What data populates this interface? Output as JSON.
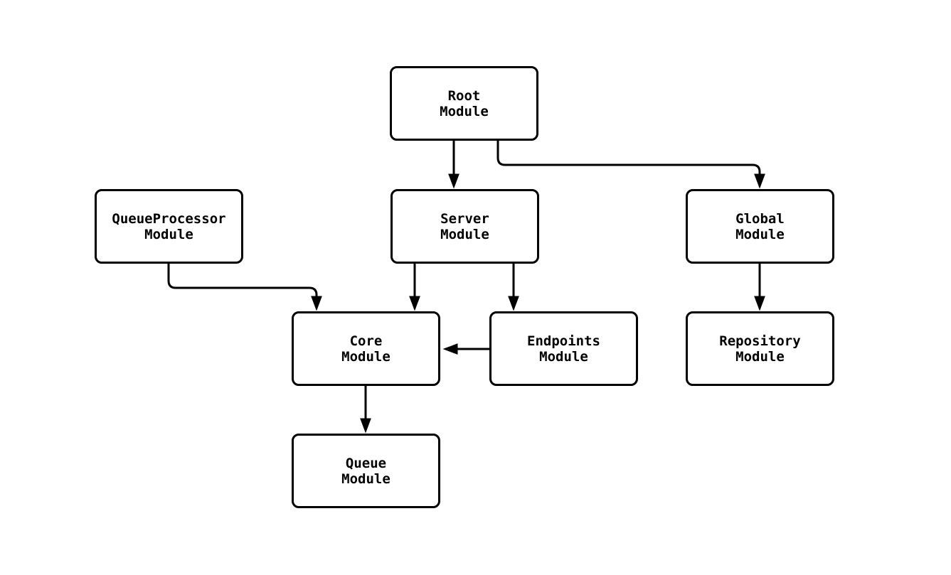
{
  "diagram": {
    "type": "module-dependency-flowchart",
    "background_color": "#ffffff",
    "stroke_color": "#000000",
    "node_fill_color": "#ffffff",
    "nodes": [
      {
        "id": "root",
        "label": "Root\nModule"
      },
      {
        "id": "queueprocessor",
        "label": "QueueProcessor\nModule"
      },
      {
        "id": "server",
        "label": "Server\nModule"
      },
      {
        "id": "global",
        "label": "Global\nModule"
      },
      {
        "id": "core",
        "label": "Core\nModule"
      },
      {
        "id": "endpoints",
        "label": "Endpoints\nModule"
      },
      {
        "id": "repository",
        "label": "Repository\nModule"
      },
      {
        "id": "queue",
        "label": "Queue\nModule"
      }
    ],
    "edges": [
      {
        "from": "root",
        "to": "server"
      },
      {
        "from": "root",
        "to": "global"
      },
      {
        "from": "queueprocessor",
        "to": "core"
      },
      {
        "from": "server",
        "to": "core"
      },
      {
        "from": "server",
        "to": "endpoints"
      },
      {
        "from": "endpoints",
        "to": "core"
      },
      {
        "from": "global",
        "to": "repository"
      },
      {
        "from": "core",
        "to": "queue"
      }
    ]
  }
}
